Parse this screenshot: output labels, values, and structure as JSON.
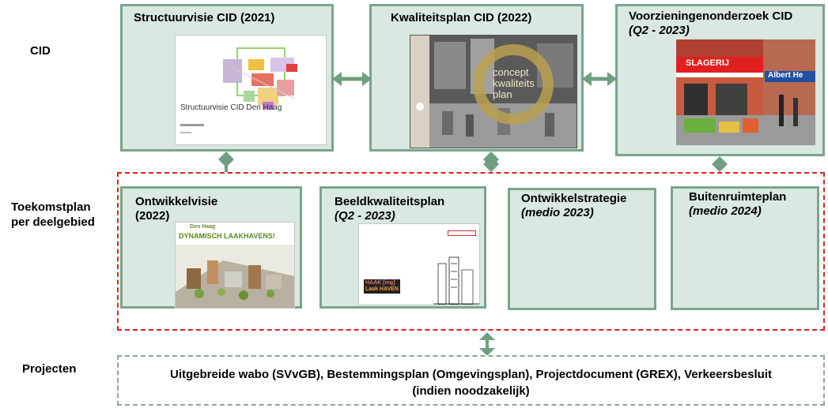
{
  "rows": {
    "cid": "CID",
    "toekomst_line1": "Toekomstplan",
    "toekomst_line2": "per deelgebied",
    "projecten": "Projecten"
  },
  "top_boxes": {
    "structuurvisie": {
      "title": "Structuurvisie CID (2021)",
      "cover_caption": "Structuurvisie CID Den Haag"
    },
    "kwaliteitsplan": {
      "title": "Kwaliteitsplan CID (2022)",
      "cover_text_1": "concept",
      "cover_text_2": "kwaliteits",
      "cover_text_3": "plan"
    },
    "voorzieningen": {
      "title": "Voorzieningenonderzoek CID",
      "subtitle": "(Q2 - 2023)",
      "shop_sign_1": "SLAGERIJ",
      "shop_sign_2": "Albert He"
    }
  },
  "mid_boxes": {
    "ontwikkelvisie": {
      "title": "Ontwikkelvisie",
      "subtitle": "(2022)",
      "cover_heading": "DYNAMISCH LAAKHAVENS!",
      "brand": "Den Haag"
    },
    "beeldkwaliteitsplan": {
      "title": "Beeldkwaliteitsplan",
      "subtitle": "(Q2 - 2023)",
      "logo_1": "HAAK [ing]",
      "logo_2": "Laak HAVEN"
    },
    "ontwikkelstrategie": {
      "title": "Ontwikkelstrategie",
      "subtitle": "(medio 2023)"
    },
    "buitenruimteplan": {
      "title": "Buitenruimteplan",
      "subtitle": "(medio 2024)"
    }
  },
  "projecten": {
    "line1": "Uitgebreide wabo (SVvGB), Bestemmingsplan (Omgevingsplan), Projectdocument (GREX), Verkeersbesluit",
    "line2": "(indien noodzakelijk)"
  },
  "colors": {
    "box_fill": "#d9e8e0",
    "box_border": "#7aa58a",
    "connector": "#6f9f80",
    "red_dash": "#e02020",
    "grey_dash": "#8ca892"
  }
}
